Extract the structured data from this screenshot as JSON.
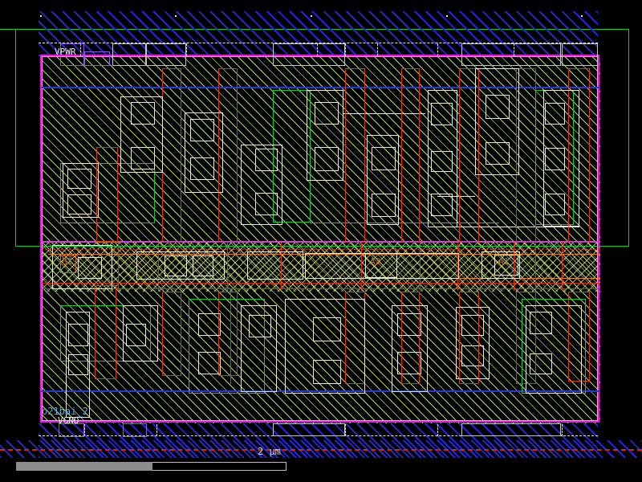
{
  "labels": {
    "vpwr": "VPWR",
    "vgnd": "VGND",
    "cell_name": "o21bai_2",
    "scale_text": "2 µm",
    "pin_b1": "B1",
    "pin_a2": "A2",
    "pin_a1": "A1"
  },
  "colors": {
    "background": "#000000",
    "metal1_rail_hatch": "#2329d2",
    "cell_hatch": "#beee84",
    "cell_boundary": "#ee12ee",
    "nwell_outline": "#16c838",
    "locali_outline": "#efe9cf",
    "poly_outline": "#e03212",
    "via_outline": "#8a55f0",
    "pin_text": "#c06a28",
    "net_text": "#55a8f5",
    "scale_text": "#cfcfcf"
  },
  "regions": [
    [
      51,
      70,
      697,
      457,
      "hatch-green",
      "cell-area"
    ],
    [
      51,
      301,
      697,
      62,
      "hatch-cross",
      "mid-diffusion-band"
    ],
    [
      19,
      36,
      765,
      271,
      "r-diff",
      "nwell-outline"
    ],
    [
      0,
      36,
      20,
      1,
      "l-green",
      "nwell-edge-left-ext"
    ],
    [
      48,
      14,
      697,
      56,
      "hatch-blue",
      "vpwr-rail"
    ],
    [
      48,
      527,
      697,
      43,
      "hatch-blue",
      "vgnd-rail"
    ],
    [
      0,
      548,
      800,
      22,
      "hatch-blue",
      "bottom-metal-band"
    ]
  ],
  "shapes": [
    [
      50,
      68,
      697,
      458,
      "r-mag",
      "cell-boundary"
    ],
    [
      52,
      70,
      693,
      454,
      "r-pink",
      "cell-boundary-inner"
    ],
    [
      51,
      108,
      697,
      2,
      "l-blue",
      "metal-track-upper"
    ],
    [
      51,
      486,
      697,
      2,
      "l-blue",
      "metal-track-lower"
    ],
    [
      48,
      53,
      697,
      0,
      "l-wdash",
      "vpwr-centerline"
    ],
    [
      48,
      542,
      697,
      0,
      "l-wdash",
      "vgnd-centerline"
    ],
    [
      0,
      559,
      800,
      0,
      "l-rdash",
      "bottom-band-dashed-line"
    ],
    [
      51,
      300,
      697,
      2,
      "l-mag",
      "mid-band-top-line"
    ],
    [
      51,
      310,
      697,
      0,
      "l-rdash1",
      "mid-band-dashed-line"
    ],
    [
      60,
      316,
      688,
      1,
      "l-orange",
      "mid-band-orange-line-top"
    ],
    [
      420,
      346,
      328,
      1,
      "l-orange",
      "mid-band-orange-line-bot"
    ],
    [
      51,
      352,
      697,
      1,
      "l-red",
      "mid-band-red-line-1"
    ],
    [
      51,
      359,
      697,
      1,
      "l-red",
      "mid-band-red-line-2"
    ],
    [
      387,
      277,
      235,
      1,
      "l-green",
      "diff-edge-mid"
    ],
    [
      428,
      141,
      102,
      1,
      "l-li",
      "li-bridge-1"
    ],
    [
      545,
      244,
      47,
      1,
      "l-li",
      "li-bridge-2"
    ],
    [
      570,
      282,
      152,
      1,
      "l-li",
      "li-bridge-3"
    ],
    [
      100,
      54,
      0,
      16,
      "r-vdash"
    ],
    [
      140,
      54,
      0,
      16,
      "r-vdash"
    ],
    [
      182,
      54,
      0,
      16,
      "r-vdash"
    ],
    [
      232,
      54,
      0,
      16,
      "r-vdash"
    ],
    [
      340,
      54,
      0,
      16,
      "r-vdash"
    ],
    [
      395,
      54,
      0,
      16,
      "r-vdash"
    ],
    [
      430,
      54,
      0,
      16,
      "r-vdash"
    ],
    [
      470,
      54,
      0,
      16,
      "r-vdash"
    ],
    [
      545,
      54,
      0,
      16,
      "r-vdash"
    ],
    [
      575,
      54,
      0,
      16,
      "r-vdash"
    ],
    [
      640,
      54,
      0,
      16,
      "r-vdash"
    ],
    [
      700,
      54,
      0,
      16,
      "r-vdash"
    ],
    [
      140,
      54,
      42,
      28,
      "r-gray"
    ],
    [
      182,
      54,
      50,
      28,
      "r-gray"
    ],
    [
      340,
      54,
      90,
      28,
      "r-gray"
    ],
    [
      575,
      54,
      124,
      28,
      "r-gray"
    ],
    [
      700,
      54,
      45,
      28,
      "r-gray"
    ],
    [
      75,
      54,
      30,
      28,
      "r-via",
      "vpwr-via"
    ],
    [
      105,
      64,
      32,
      18,
      "r-via"
    ],
    [
      105,
      528,
      0,
      15,
      "r-vdash"
    ],
    [
      195,
      528,
      0,
      15,
      "r-vdash"
    ],
    [
      340,
      528,
      0,
      15,
      "r-vdash"
    ],
    [
      430,
      528,
      0,
      15,
      "r-vdash"
    ],
    [
      545,
      528,
      0,
      15,
      "r-vdash"
    ],
    [
      700,
      528,
      0,
      15,
      "r-vdash"
    ],
    [
      340,
      527,
      90,
      16,
      "r-gray"
    ],
    [
      575,
      527,
      124,
      16,
      "r-gray"
    ],
    [
      73,
      527,
      32,
      17,
      "r-via",
      "vgnd-via"
    ],
    [
      153,
      527,
      30,
      17,
      "r-via"
    ],
    [
      120,
      183,
      27,
      118,
      "r-poly"
    ],
    [
      202,
      85,
      24,
      217,
      "r-poly"
    ],
    [
      272,
      85,
      24,
      217,
      "r-poly"
    ],
    [
      430,
      85,
      25,
      217,
      "r-poly"
    ],
    [
      500,
      85,
      23,
      217,
      "r-poly"
    ],
    [
      572,
      85,
      25,
      217,
      "r-poly"
    ],
    [
      643,
      85,
      25,
      217,
      "r-poly"
    ],
    [
      708,
      85,
      27,
      217,
      "r-poly"
    ],
    [
      147,
      302,
      0,
      60,
      "p-line"
    ],
    [
      197,
      302,
      0,
      60,
      "p-line"
    ],
    [
      283,
      302,
      0,
      60,
      "p-line"
    ],
    [
      350,
      302,
      0,
      60,
      "p-line"
    ],
    [
      450,
      302,
      0,
      60,
      "p-line"
    ],
    [
      523,
      302,
      0,
      60,
      "p-line"
    ],
    [
      570,
      302,
      0,
      60,
      "p-line"
    ],
    [
      640,
      302,
      0,
      60,
      "p-line"
    ],
    [
      667,
      302,
      0,
      60,
      "p-line"
    ],
    [
      700,
      302,
      0,
      60,
      "p-line"
    ],
    [
      118,
      355,
      27,
      117,
      "r-poly"
    ],
    [
      202,
      363,
      24,
      105,
      "r-poly"
    ],
    [
      272,
      363,
      24,
      105,
      "r-poly"
    ],
    [
      287,
      363,
      0,
      115,
      "p-line"
    ],
    [
      430,
      363,
      25,
      115,
      "r-poly"
    ],
    [
      500,
      363,
      23,
      115,
      "r-poly"
    ],
    [
      572,
      363,
      25,
      115,
      "r-poly"
    ],
    [
      643,
      363,
      25,
      115,
      "r-poly"
    ],
    [
      708,
      363,
      27,
      112,
      "r-poly"
    ],
    [
      75,
      203,
      118,
      75,
      "r-diff"
    ],
    [
      340,
      112,
      47,
      165,
      "r-diff"
    ],
    [
      667,
      112,
      48,
      168,
      "r-diff"
    ],
    [
      150,
      120,
      53,
      95,
      "r-li"
    ],
    [
      163,
      127,
      30,
      28,
      "r-li"
    ],
    [
      163,
      183,
      30,
      28,
      "r-li"
    ],
    [
      78,
      203,
      45,
      68,
      "r-li"
    ],
    [
      84,
      210,
      30,
      25,
      "r-li"
    ],
    [
      84,
      242,
      30,
      25,
      "r-li"
    ],
    [
      230,
      140,
      48,
      100,
      "r-li"
    ],
    [
      237,
      148,
      30,
      28,
      "r-li"
    ],
    [
      237,
      196,
      30,
      28,
      "r-li"
    ],
    [
      300,
      180,
      52,
      100,
      "r-li"
    ],
    [
      318,
      185,
      28,
      28,
      "r-li"
    ],
    [
      318,
      240,
      28,
      28,
      "r-li"
    ],
    [
      382,
      112,
      46,
      113,
      "r-li"
    ],
    [
      392,
      127,
      30,
      28,
      "r-li"
    ],
    [
      392,
      183,
      30,
      30,
      "r-li"
    ],
    [
      457,
      168,
      40,
      112,
      "r-li"
    ],
    [
      463,
      183,
      30,
      29,
      "r-li"
    ],
    [
      463,
      241,
      30,
      29,
      "r-li"
    ],
    [
      533,
      112,
      37,
      171,
      "r-li"
    ],
    [
      537,
      128,
      27,
      28,
      "r-li"
    ],
    [
      537,
      188,
      27,
      26,
      "r-li"
    ],
    [
      537,
      241,
      27,
      28,
      "r-li"
    ],
    [
      592,
      85,
      55,
      133,
      "r-li"
    ],
    [
      605,
      118,
      30,
      30,
      "r-li"
    ],
    [
      605,
      177,
      30,
      28,
      "r-li"
    ],
    [
      677,
      112,
      45,
      170,
      "r-li"
    ],
    [
      679,
      128,
      25,
      27,
      "r-li"
    ],
    [
      679,
      184,
      25,
      28,
      "r-li"
    ],
    [
      679,
      241,
      25,
      27,
      "r-li"
    ],
    [
      65,
      305,
      75,
      55,
      "r-li"
    ],
    [
      97,
      320,
      30,
      27,
      "r-li"
    ],
    [
      170,
      313,
      110,
      35,
      "r-li"
    ],
    [
      205,
      318,
      28,
      26,
      "r-li"
    ],
    [
      240,
      318,
      26,
      26,
      "r-li"
    ],
    [
      308,
      313,
      70,
      35,
      "r-li"
    ],
    [
      380,
      315,
      192,
      32,
      "r-li"
    ],
    [
      455,
      315,
      40,
      31,
      "r-li",
      "pin-a2-box"
    ],
    [
      600,
      313,
      48,
      34,
      "r-li"
    ],
    [
      616,
      317,
      30,
      26,
      "r-li",
      "pin-a1-box"
    ],
    [
      75,
      318,
      20,
      22,
      "r-orangebox",
      "pin-b1-box"
    ],
    [
      75,
      380,
      113,
      70,
      "r-diff"
    ],
    [
      235,
      372,
      95,
      118,
      "r-diff"
    ],
    [
      650,
      372,
      80,
      118,
      "r-diff"
    ],
    [
      82,
      388,
      30,
      132,
      "r-li"
    ],
    [
      85,
      403,
      25,
      28,
      "r-li"
    ],
    [
      85,
      441,
      25,
      26,
      "r-li"
    ],
    [
      153,
      380,
      44,
      70,
      "r-li"
    ],
    [
      157,
      403,
      25,
      28,
      "r-li"
    ],
    [
      247,
      390,
      28,
      28,
      "r-li"
    ],
    [
      247,
      438,
      28,
      28,
      "r-li"
    ],
    [
      300,
      380,
      45,
      108,
      "r-li"
    ],
    [
      310,
      392,
      28,
      28,
      "r-li"
    ],
    [
      355,
      372,
      100,
      118,
      "r-li"
    ],
    [
      390,
      395,
      35,
      30,
      "r-li"
    ],
    [
      390,
      448,
      35,
      30,
      "r-li"
    ],
    [
      488,
      380,
      45,
      108,
      "r-li"
    ],
    [
      495,
      390,
      30,
      28,
      "r-li"
    ],
    [
      495,
      438,
      30,
      28,
      "r-li"
    ],
    [
      568,
      382,
      42,
      90,
      "r-li"
    ],
    [
      575,
      392,
      28,
      26,
      "r-li"
    ],
    [
      575,
      430,
      28,
      26,
      "r-li"
    ],
    [
      655,
      380,
      70,
      110,
      "r-li"
    ],
    [
      660,
      388,
      28,
      28,
      "r-li"
    ],
    [
      660,
      440,
      28,
      26,
      "r-li"
    ],
    [
      50,
      19,
      2,
      2,
      "dot"
    ],
    [
      218,
      19,
      2,
      2,
      "dot"
    ],
    [
      387,
      19,
      2,
      2,
      "dot"
    ],
    [
      556,
      19,
      2,
      2,
      "dot"
    ],
    [
      724,
      19,
      2,
      2,
      "dot"
    ],
    [
      20,
      575,
      337,
      11,
      "r-trough",
      "h-scrollbar-trough",
      true
    ],
    [
      20,
      575,
      170,
      11,
      "fill-thumb",
      "h-scrollbar-thumb",
      true
    ]
  ]
}
